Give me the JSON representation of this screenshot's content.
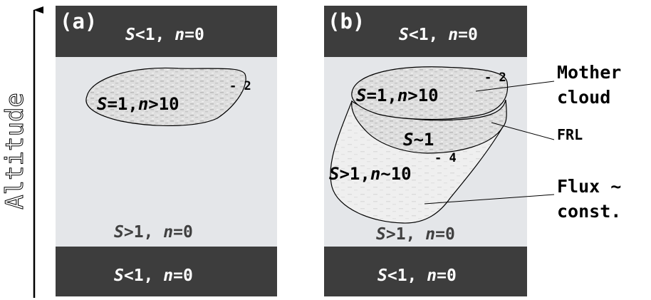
{
  "axis": {
    "label": "Altitude"
  },
  "panels": [
    {
      "tag": "(a)",
      "top_band": {
        "s": "S",
        "op": "<1, ",
        "n": "n",
        "val": "=0"
      },
      "cloud": {
        "s": "S",
        "op": "=1,",
        "n": "n",
        "val": ">10",
        "exp": "- 2"
      },
      "lower_region": {
        "s": "S",
        "op": ">1, ",
        "n": "n",
        "val": "=0"
      },
      "bottom_band": {
        "s": "S",
        "op": "<1, ",
        "n": "n",
        "val": "=0"
      }
    },
    {
      "tag": "(b)",
      "top_band": {
        "s": "S",
        "op": "<1, ",
        "n": "n",
        "val": "=0"
      },
      "cloud": {
        "s": "S",
        "op": "=1,",
        "n": "n",
        "val": ">10",
        "exp": "- 2"
      },
      "frl_region": {
        "s": "S",
        "rest": "~1"
      },
      "flux_region": {
        "s": "S",
        "op": ">1,",
        "n": "n",
        "val": "~10",
        "exp": "- 4"
      },
      "lower_region": {
        "s": "S",
        "op": ">1, ",
        "n": "n",
        "val": "=0"
      },
      "bottom_band": {
        "s": "S",
        "op": "<1, ",
        "n": "n",
        "val": "=0"
      }
    }
  ],
  "annotations": {
    "mother_cloud": [
      "Mother",
      "cloud"
    ],
    "frl": "FRL",
    "flux": [
      "Flux ~",
      "const."
    ]
  },
  "colors": {
    "band": "#3d3d3d",
    "atmosphere": "#e4e6e9",
    "cloud_fill": "#e0e0e0",
    "band_text": "#ffffff",
    "text": "#000000"
  }
}
